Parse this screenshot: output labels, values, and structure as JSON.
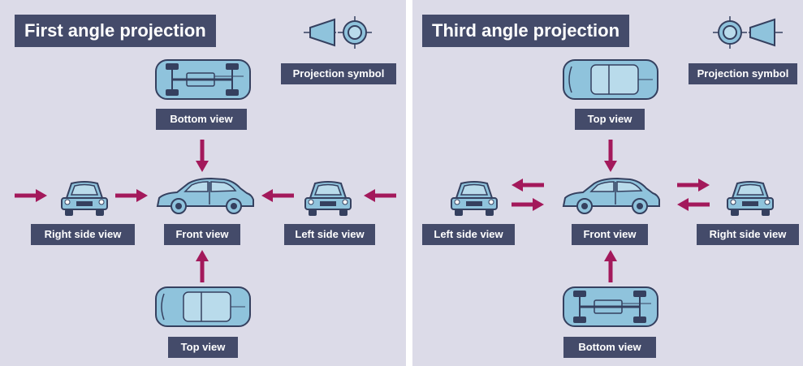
{
  "colors": {
    "background": "#dcdbe8",
    "label_bg": "#444b6a",
    "label_text": "#ffffff",
    "arrow": "#a3195b",
    "car_fill": "#8fc3dc",
    "car_stroke": "#35405f"
  },
  "first_angle": {
    "title": "First angle projection",
    "symbol_label": "Projection symbol",
    "labels": {
      "top_box": "Bottom view",
      "left_box": "Right side view",
      "center_box": "Front view",
      "right_box": "Left side view",
      "bottom_box": "Top view"
    }
  },
  "third_angle": {
    "title": "Third angle projection",
    "symbol_label": "Projection symbol",
    "labels": {
      "top_box": "Top view",
      "left_box": "Left side view",
      "center_box": "Front view",
      "right_box": "Right side view",
      "bottom_box": "Bottom view"
    }
  },
  "icons": {
    "first_symbol": "first-angle-projection-symbol",
    "third_symbol": "third-angle-projection-symbol"
  }
}
